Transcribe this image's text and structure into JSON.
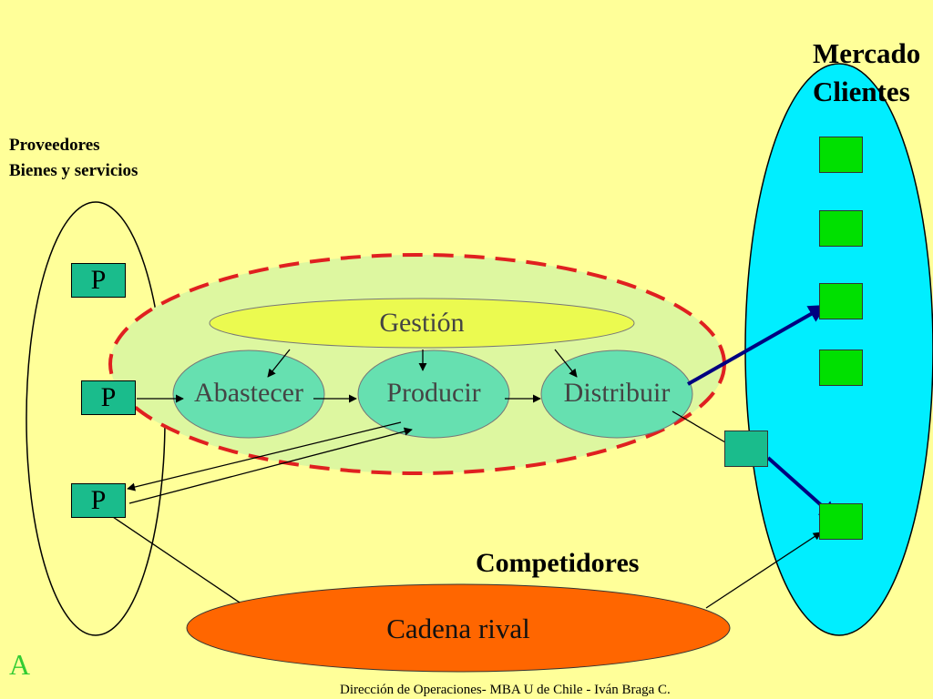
{
  "header": {
    "mercado": "Mercado",
    "clientes": "Clientes"
  },
  "suppliers": {
    "title": "Proveedores",
    "subtitle": "Bienes y servicios",
    "box_label": "P"
  },
  "process": {
    "management": "Gestión",
    "steps": [
      "Abastecer",
      "Producir",
      "Distribuir"
    ]
  },
  "competitors": {
    "title": "Competidores",
    "chain": "Cadena rival"
  },
  "footer": "Dirección de Operaciones- MBA U de Chile - Iván Braga C.",
  "corner_letter": "A",
  "colors": {
    "background": "#ffff99",
    "market_oval": "#00eeff",
    "customer_box": "#00e000",
    "node": "#1abc8c",
    "process_fill": "#ddf7a0",
    "dashed_outline": "#e02020",
    "management_oval": "#ebfa50",
    "rival_chain": "#ff6600",
    "arrow_dark": "#000080"
  }
}
